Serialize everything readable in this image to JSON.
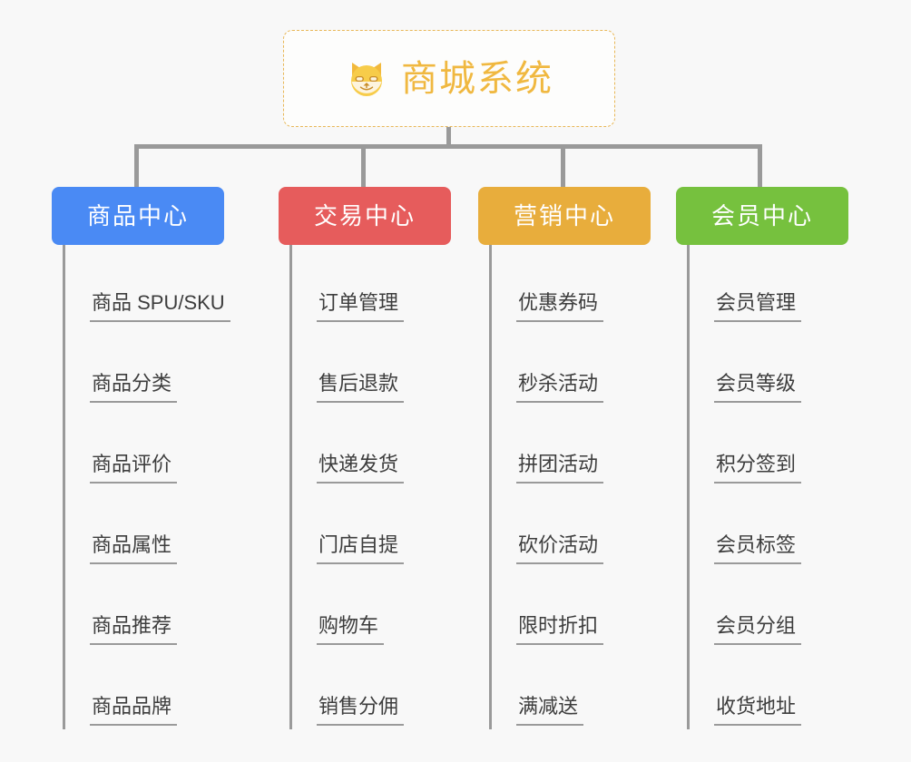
{
  "diagram": {
    "type": "mind-map",
    "background_color": "#f8f8f8",
    "root": {
      "title": "商城系统",
      "icon": "dog-face-icon",
      "border_color": "#e8b757",
      "text_color": "#f0b840"
    },
    "branches": [
      {
        "label": "商品中心",
        "color": "#4a8af4",
        "items": [
          "商品 SPU/SKU",
          "商品分类",
          "商品评价",
          "商品属性",
          "商品推荐",
          "商品品牌"
        ]
      },
      {
        "label": "交易中心",
        "color": "#e65c5c",
        "items": [
          "订单管理",
          "售后退款",
          "快递发货",
          "门店自提",
          "购物车",
          "销售分佣"
        ]
      },
      {
        "label": "营销中心",
        "color": "#e8ad3c",
        "items": [
          "优惠券码",
          "秒杀活动",
          "拼团活动",
          "砍价活动",
          "限时折扣",
          "满减送"
        ]
      },
      {
        "label": "会员中心",
        "color": "#76c13e",
        "items": [
          "会员管理",
          "会员等级",
          "积分签到",
          "会员标签",
          "会员分组",
          "收货地址"
        ]
      }
    ],
    "connector_color": "#9a9a9a",
    "leaf_text_color": "#3d3d3d"
  }
}
